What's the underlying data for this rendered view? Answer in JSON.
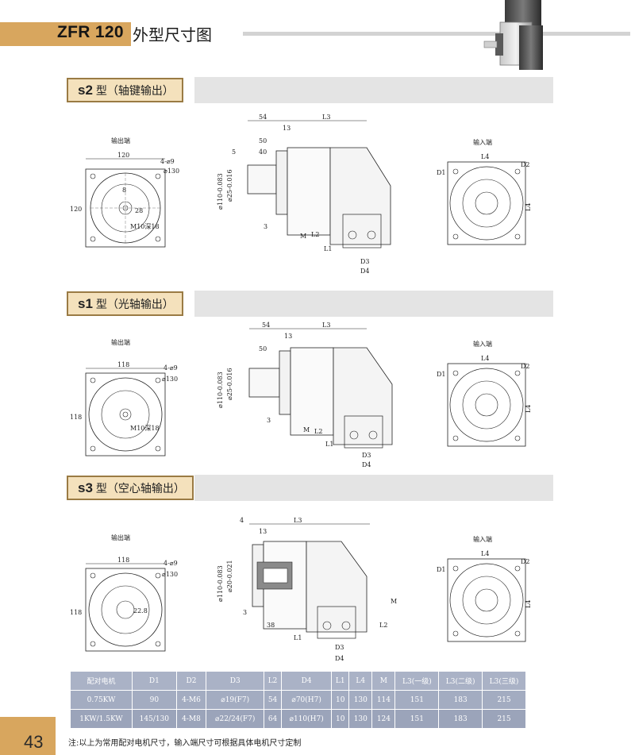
{
  "header": {
    "model": "ZFR 120",
    "title": "外型尺寸图"
  },
  "sections": [
    {
      "code": "s2",
      "label": "型（轴键输出）",
      "output_label": "输出端",
      "input_label": "输入端",
      "dims": {
        "flange_width": "120",
        "bolt": "4-⌀9",
        "pcd": "⌀130",
        "key_width": "8",
        "key_height": "28",
        "height": "120",
        "tap": "M10深18",
        "l54": "54",
        "l50": "50",
        "l40": "40",
        "l5": "5",
        "l13": "13",
        "l3": "L3",
        "dia110": "⌀110-0.083",
        "dia25": "⌀25-0.016",
        "d3": "3",
        "m": "M",
        "l2": "L2",
        "l1": "L1",
        "D3": "D3",
        "D4": "D4",
        "L4": "L4",
        "D1": "D1",
        "D2": "D2"
      }
    },
    {
      "code": "s1",
      "label": "型（光轴输出）",
      "output_label": "输出端",
      "input_label": "输入端",
      "dims": {
        "flange_width": "118",
        "bolt": "4-⌀9",
        "pcd": "⌀130",
        "height": "118",
        "tap": "M10深18",
        "l54": "54",
        "l50": "50",
        "l13": "13",
        "l3": "L3",
        "dia110": "⌀110-0.083",
        "dia25": "⌀25-0.016",
        "d3": "3",
        "m": "M",
        "l2": "L2",
        "l1": "L1",
        "D3": "D3",
        "D4": "D4",
        "L4": "L4",
        "D1": "D1",
        "D2": "D2"
      }
    },
    {
      "code": "s3",
      "label": "型（空心轴输出）",
      "output_label": "输出端",
      "input_label": "输入端",
      "dims": {
        "flange_width": "118",
        "bolt": "4-⌀9",
        "pcd": "⌀130",
        "height": "118",
        "bore": "22.8",
        "l4": "4",
        "l13": "13",
        "l3": "L3",
        "l38": "38",
        "dia110": "⌀110-0.083",
        "dia20": "⌀20-0.021",
        "d3": "3",
        "m": "M",
        "l2": "L2",
        "l1": "L1",
        "D3": "D3",
        "D4": "D4",
        "L4": "L4",
        "D1": "D1",
        "D2": "D2"
      }
    }
  ],
  "table": {
    "headers": [
      "配对电机",
      "D1",
      "D2",
      "D3",
      "L2",
      "D4",
      "L1",
      "L4",
      "M",
      "L3(一级)",
      "L3(二级)",
      "L3(三级)"
    ],
    "rows": [
      [
        "0.75KW",
        "90",
        "4-M6",
        "⌀19(F7)",
        "54",
        "⌀70(H7)",
        "10",
        "130",
        "114",
        "151",
        "183",
        "215"
      ],
      [
        "1KW/1.5KW",
        "145/130",
        "4-M8",
        "⌀22/24(F7)",
        "64",
        "⌀110(H7)",
        "10",
        "130",
        "124",
        "151",
        "183",
        "215"
      ]
    ]
  },
  "page_number": "43",
  "footnote": "注:以上为常用配对电机尺寸，输入端尺寸可根据具体电机尺寸定制"
}
